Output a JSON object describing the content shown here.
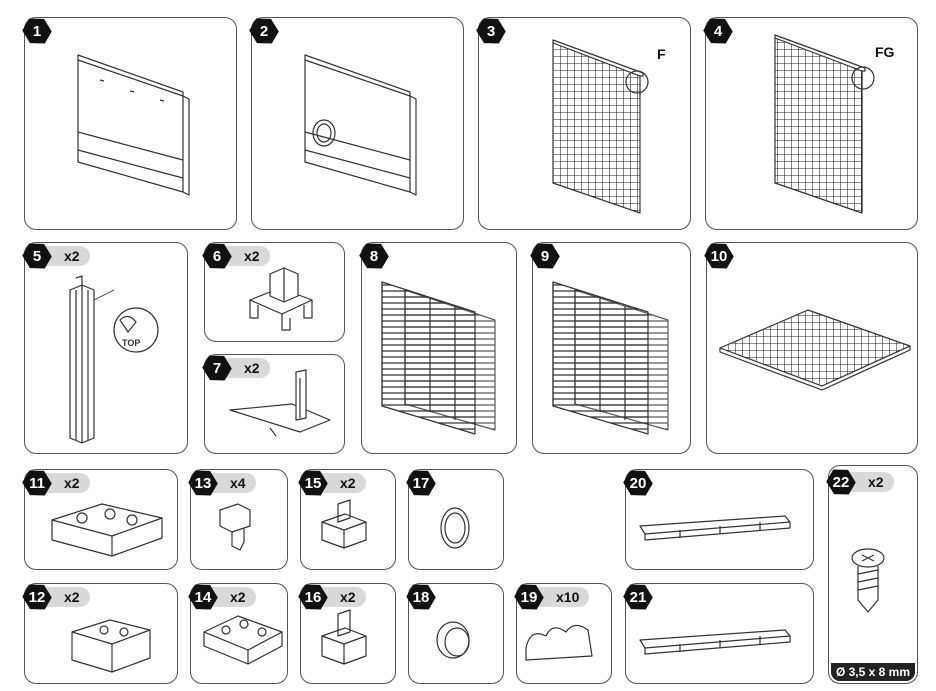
{
  "items": [
    {
      "id": "1",
      "num": "1",
      "qty": ""
    },
    {
      "id": "2",
      "num": "2",
      "qty": ""
    },
    {
      "id": "3",
      "num": "3",
      "qty": "",
      "callout": "F"
    },
    {
      "id": "4",
      "num": "4",
      "qty": "",
      "callout": "FG"
    },
    {
      "id": "5",
      "num": "5",
      "qty": "x2",
      "detail_text": "TOP"
    },
    {
      "id": "6",
      "num": "6",
      "qty": "x2"
    },
    {
      "id": "7",
      "num": "7",
      "qty": "x2"
    },
    {
      "id": "8",
      "num": "8",
      "qty": ""
    },
    {
      "id": "9",
      "num": "9",
      "qty": ""
    },
    {
      "id": "10",
      "num": "10",
      "qty": ""
    },
    {
      "id": "11",
      "num": "11",
      "qty": "x2"
    },
    {
      "id": "12",
      "num": "12",
      "qty": "x2"
    },
    {
      "id": "13",
      "num": "13",
      "qty": "x4"
    },
    {
      "id": "14",
      "num": "14",
      "qty": "x2"
    },
    {
      "id": "15",
      "num": "15",
      "qty": "x2"
    },
    {
      "id": "16",
      "num": "16",
      "qty": "x2"
    },
    {
      "id": "17",
      "num": "17",
      "qty": ""
    },
    {
      "id": "18",
      "num": "18",
      "qty": ""
    },
    {
      "id": "19",
      "num": "19",
      "qty": "x10"
    },
    {
      "id": "20",
      "num": "20",
      "qty": ""
    },
    {
      "id": "21",
      "num": "21",
      "qty": ""
    },
    {
      "id": "22",
      "num": "22",
      "qty": "x2",
      "dimension": "Ø 3,5 x 8 mm"
    }
  ]
}
